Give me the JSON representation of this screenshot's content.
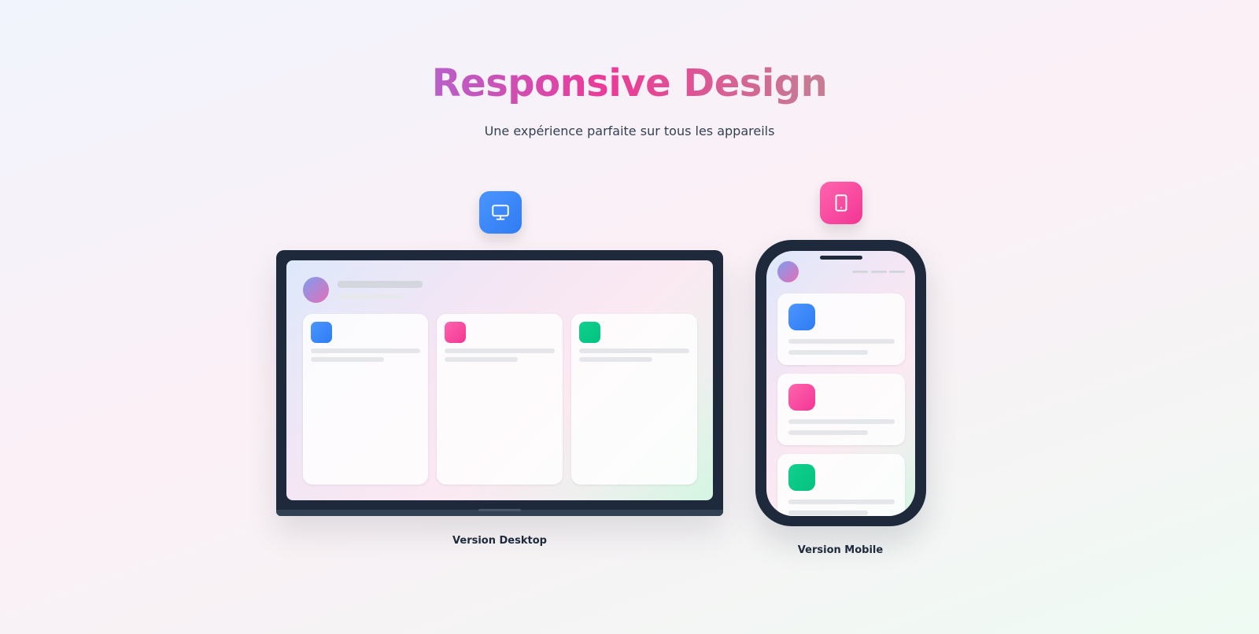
{
  "header": {
    "title": "Responsive Design",
    "subtitle": "Une expérience parfaite sur tous les appareils"
  },
  "desktop": {
    "icon": "monitor-icon",
    "label": "Version Desktop",
    "cards": [
      {
        "color": "#3b82f6"
      },
      {
        "color": "#ec4899"
      },
      {
        "color": "#10b981"
      }
    ]
  },
  "mobile": {
    "icon": "tablet-icon",
    "label": "Version Mobile",
    "cards": [
      {
        "color": "#3b82f6"
      },
      {
        "color": "#ec4899"
      },
      {
        "color": "#10b981"
      }
    ]
  }
}
